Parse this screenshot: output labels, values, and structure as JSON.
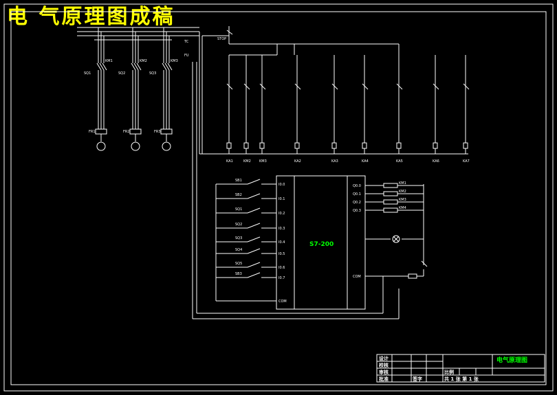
{
  "title": "电 气原理图成稿",
  "plc_label": "S7-200",
  "colors": {
    "background": "#000000",
    "line": "#ffffff",
    "title": "#ffff00",
    "accent": "#00ff00"
  },
  "motors": [
    {
      "breaker": "SQ1",
      "contactor": "KM1",
      "relay": "FR1"
    },
    {
      "breaker": "SQ2",
      "contactor": "KM2",
      "relay": "FR2"
    },
    {
      "breaker": "SQ3",
      "contactor": "KM3",
      "relay": "FR3"
    }
  ],
  "control": {
    "stop": "STOP",
    "transformer": "TC",
    "fuse": "FU"
  },
  "bottom_coils": [
    "KA1",
    "KM2",
    "KM3",
    "KA2",
    "KA3",
    "KA4",
    "KA5",
    "KA6",
    "KA7"
  ],
  "plc_inputs": [
    {
      "label": "SB1",
      "terminal": "I0.0"
    },
    {
      "label": "SB2",
      "terminal": "I0.1"
    },
    {
      "label": "SQ1",
      "terminal": "I0.2"
    },
    {
      "label": "SQ2",
      "terminal": "I0.3"
    },
    {
      "label": "SQ3",
      "terminal": "I0.4"
    },
    {
      "label": "SQ4",
      "terminal": "I0.5"
    },
    {
      "label": "SQ5",
      "terminal": "I0.6"
    },
    {
      "label": "SB3",
      "terminal": "I0.7"
    }
  ],
  "plc_com_in": "COM",
  "plc_outputs": [
    {
      "terminal": "Q0.0",
      "load": "KM1"
    },
    {
      "terminal": "Q0.1",
      "load": "KM2"
    },
    {
      "terminal": "Q0.2",
      "load": "KM3"
    },
    {
      "terminal": "Q0.3",
      "load": "KM4"
    }
  ],
  "plc_com_out": "COM",
  "title_block": {
    "drawing_name": "电气原理图",
    "rows": [
      "设计",
      "校核",
      "审核",
      "批准"
    ],
    "scale_label": "比例",
    "sheet_text": "共 1 张 第 1 张",
    "signature_label": "签字"
  }
}
